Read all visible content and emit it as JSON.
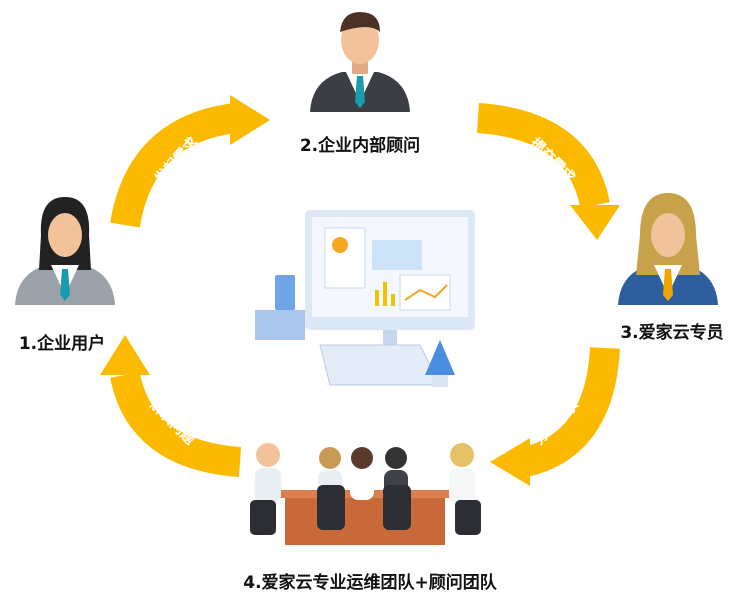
{
  "nodes": {
    "user": "1.企业用户",
    "consultant": "2.企业内部顾问",
    "specialist": "3.爱家云专员",
    "team": "4.爱家云专业运维团队+顾问团队"
  },
  "arrows": {
    "raise": "发起需求",
    "submit": "提交需求",
    "dispatch": "分派需求",
    "solve": "解决问题"
  },
  "colors": {
    "arrow": "#FBBA00",
    "suit": "#3B3E45",
    "shirt_blue": "#2E5E9E",
    "tie": "#1A9BB0",
    "skin": "#F2C29B"
  }
}
